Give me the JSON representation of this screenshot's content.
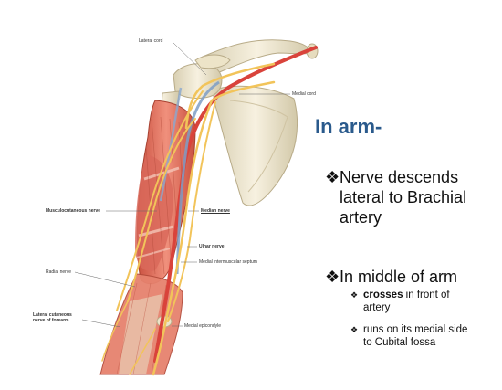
{
  "illustration": {
    "labels": {
      "lateral_cord": "Lateral cord",
      "medial_cord": "Medial cord",
      "musculocutaneous_nerve": "Musculocutaneous nerve",
      "median_nerve": "Median nerve",
      "ulnar_nerve": "Ulnar nerve",
      "medial_intermuscular_septum": "Medial intermuscular septum",
      "radial_nerve": "Radial nerve",
      "lateral_cutaneous_nerve_of_forearm": "Lateral cutaneous nerve of forearm",
      "medial_epicondyle": "Medial epicondyle"
    }
  },
  "slide": {
    "heading": "In arm-",
    "bullet_symbol": "❖",
    "bullets": [
      "Nerve descends lateral to Brachial artery",
      "In middle of arm"
    ],
    "sub_bullets": [
      {
        "bold": "crosses",
        "rest": " in front of",
        "line2": "artery"
      },
      {
        "bold": "",
        "rest": "runs on its medial side",
        "line2": "to Cubital fossa"
      }
    ]
  },
  "colors": {
    "heading": "#2a5a8c",
    "muscle": "#e0705f",
    "artery": "#d9433b",
    "nerve": "#f2c45a",
    "bone": "#ece3c9",
    "vein": "#7e9dc6"
  }
}
